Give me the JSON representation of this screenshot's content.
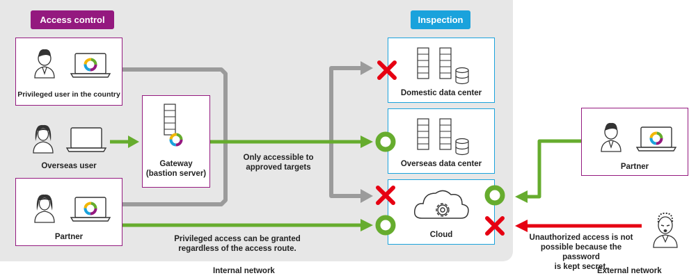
{
  "tags": {
    "access_control": "Access control",
    "inspection": "Inspection"
  },
  "users": {
    "privileged": "Privileged user in the country",
    "overseas": "Overseas user",
    "partner_internal": "Partner",
    "partner_external": "Partner"
  },
  "gateway": {
    "line1": "Gateway",
    "line2": "(bastion server)"
  },
  "destinations": {
    "domestic": "Domestic data center",
    "overseas": "Overseas data center",
    "cloud": "Cloud"
  },
  "captions": {
    "approved_line1": "Only accessible to",
    "approved_line2": "approved targets",
    "granted_line1": "Privileged access can be granted",
    "granted_line2": "regardless of the access route.",
    "unauth_line1": "Unauthorized access is not",
    "unauth_line2": "possible because the password",
    "unauth_line3": "is kept secret."
  },
  "networks": {
    "internal": "Internal network",
    "external": "External network"
  },
  "colors": {
    "purple": "#94197f",
    "blue": "#1aa2dc",
    "green": "#66ac2e",
    "gray": "#9b9b9b",
    "red": "#e60012"
  },
  "icons": [
    "person-icon",
    "laptop-icon",
    "server-icon",
    "database-icon",
    "cloud-icon",
    "gear-icon",
    "cross-icon",
    "ring-icon",
    "logo-icon"
  ]
}
